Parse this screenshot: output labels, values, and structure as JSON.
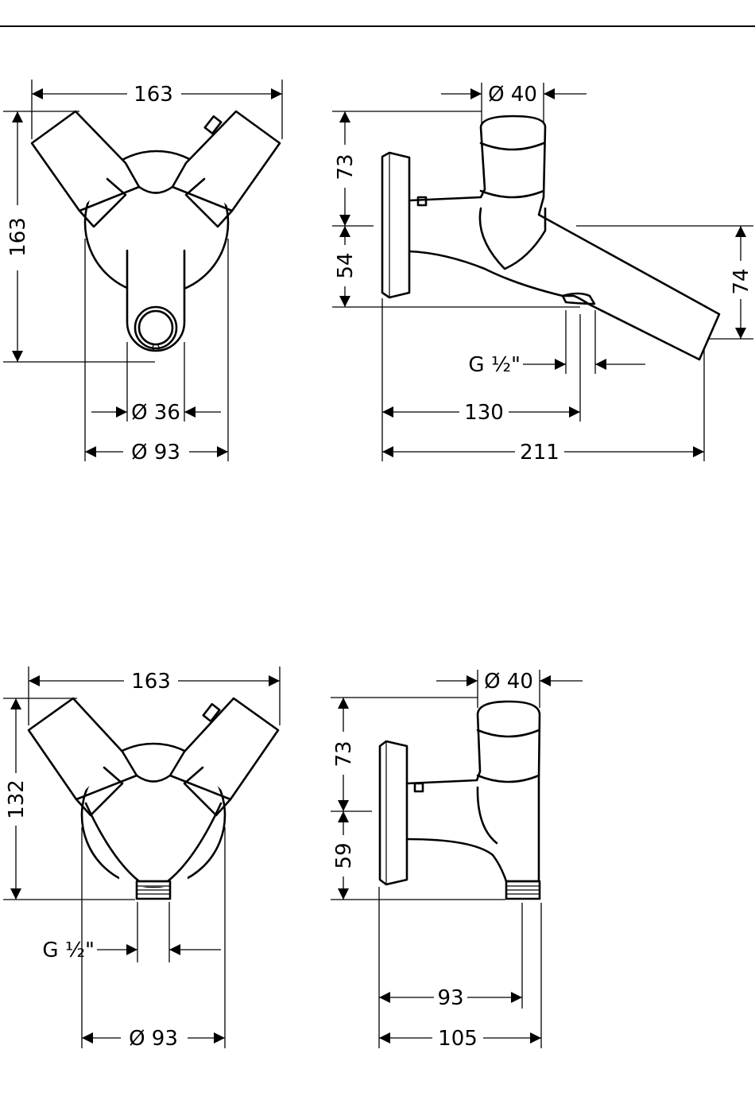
{
  "views": {
    "top_front": {
      "width": "163",
      "height": "163",
      "spout_diameter": "Ø 36",
      "rosette_diameter": "Ø 93"
    },
    "top_side": {
      "handle_diameter": "Ø 40",
      "height_upper": "73",
      "height_lower": "54",
      "spout_drop": "74",
      "thread": "G ½\"",
      "projection_outlet": "130",
      "projection_total": "211"
    },
    "bottom_front": {
      "width": "163",
      "height": "132",
      "thread": "G ½\"",
      "rosette_diameter": "Ø 93"
    },
    "bottom_side": {
      "handle_diameter": "Ø 40",
      "height_upper": "73",
      "height_lower": "59",
      "projection_outlet": "93",
      "projection_total": "105"
    }
  }
}
